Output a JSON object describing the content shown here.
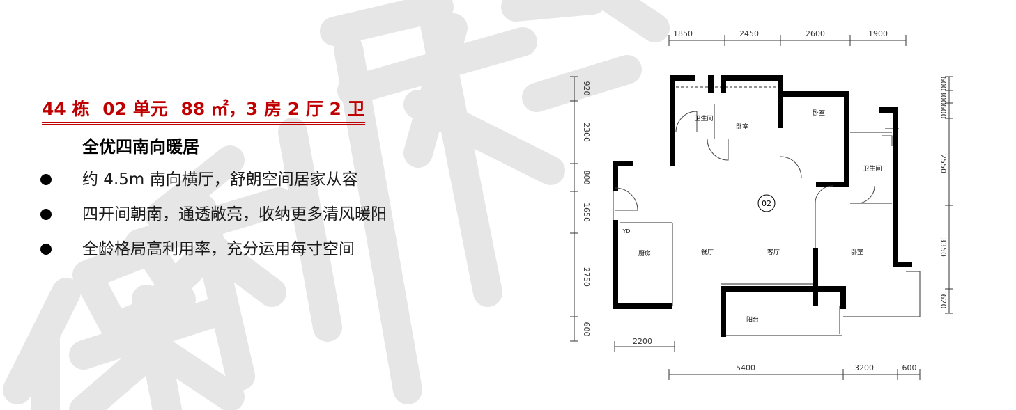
{
  "listing": {
    "title_parts": [
      "44 栋",
      "02 单元",
      "88 ㎡，3 房 2 厅 2 卫"
    ],
    "subtitle": "全优四南向暖居",
    "bullets": [
      "约 4.5m 南向横厅，舒朗空间居家从容",
      "四开间朝南，通透敞亮，收纳更多清风暖阳",
      "全龄格局高利用率，充分运用每寸空间"
    ]
  },
  "watermark": {
    "text": "保利内部",
    "color": "#e6e6e6"
  },
  "floorplan": {
    "unit_mark": "02",
    "rooms": {
      "bath_1": "卫生间",
      "bedroom_1": "卧室",
      "bedroom_2": "卧室",
      "bath_2": "卫生间",
      "dining": "餐厅",
      "living": "客厅",
      "kitchen": "厨房",
      "bedroom_3": "卧室",
      "balcony": "阳台",
      "yd": "YD"
    },
    "dims_top": [
      "1850",
      "2450",
      "2600",
      "1900"
    ],
    "dims_left": [
      "920",
      "2300",
      "800",
      "1650",
      "2750",
      "600"
    ],
    "dims_right": [
      "600",
      "300",
      "600",
      "2550",
      "3350",
      "620"
    ],
    "dims_bottom_left": "2200",
    "dims_bottom": [
      "5400",
      "3200",
      "600"
    ]
  },
  "colors": {
    "title": "#c00000",
    "text": "#1a1a1a",
    "wall": "#000000"
  }
}
